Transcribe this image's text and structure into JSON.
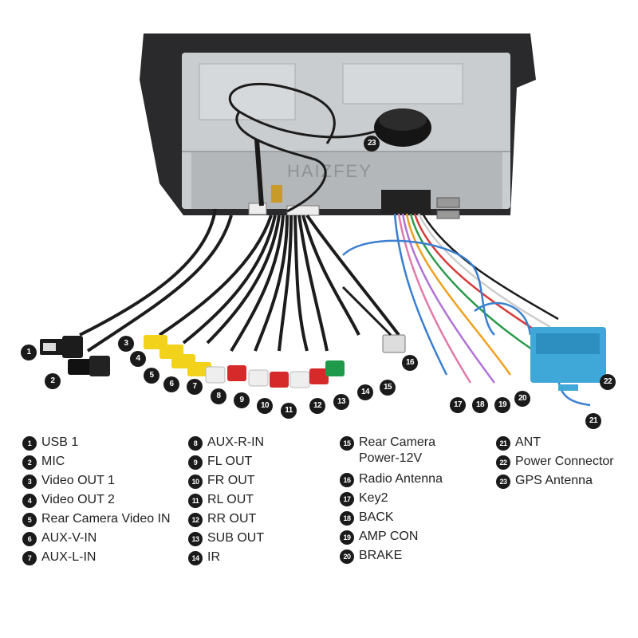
{
  "watermark": "HAIZFEY",
  "callouts": [
    {
      "n": "1",
      "label": "USB 1"
    },
    {
      "n": "2",
      "label": "MIC"
    },
    {
      "n": "3",
      "label": "Video OUT 1"
    },
    {
      "n": "4",
      "label": "Video OUT 2"
    },
    {
      "n": "5",
      "label": "Rear Camera Video IN"
    },
    {
      "n": "6",
      "label": "AUX-V-IN"
    },
    {
      "n": "7",
      "label": "AUX-L-IN"
    },
    {
      "n": "8",
      "label": "AUX-R-IN"
    },
    {
      "n": "9",
      "label": "FL OUT"
    },
    {
      "n": "10",
      "label": "FR OUT"
    },
    {
      "n": "11",
      "label": "RL OUT"
    },
    {
      "n": "12",
      "label": "RR OUT"
    },
    {
      "n": "13",
      "label": "SUB OUT"
    },
    {
      "n": "14",
      "label": "IR"
    },
    {
      "n": "15",
      "label": "Rear Camera\nPower-12V"
    },
    {
      "n": "16",
      "label": "Radio Antenna"
    },
    {
      "n": "17",
      "label": "Key2"
    },
    {
      "n": "18",
      "label": "BACK"
    },
    {
      "n": "19",
      "label": "AMP CON"
    },
    {
      "n": "20",
      "label": "BRAKE"
    },
    {
      "n": "21",
      "label": "ANT"
    },
    {
      "n": "22",
      "label": "Power Connector"
    },
    {
      "n": "23",
      "label": "GPS Antenna"
    }
  ],
  "colors": {
    "bezel": "#2a2a2c",
    "chassis": "#c9cdd0",
    "cable": "#1c1c1c",
    "rca_yellow": "#f2d21b",
    "rca_white": "#eeeeee",
    "rca_red": "#d62a2a",
    "rca_green": "#1f9a4a",
    "power_connector": "#3fa8d8",
    "wire_blue": "#3a7fd0"
  }
}
